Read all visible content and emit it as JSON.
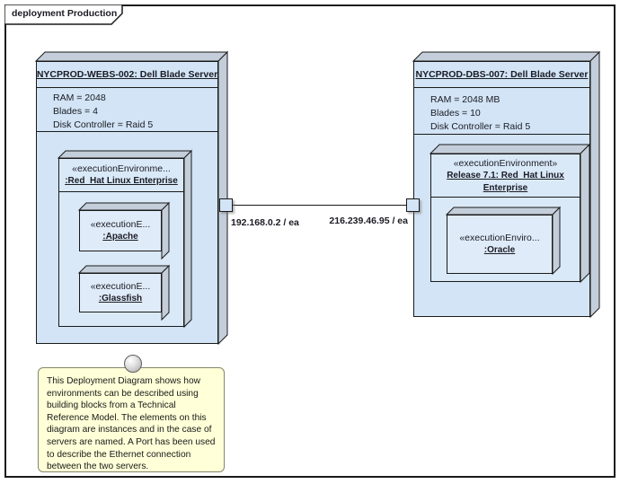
{
  "frame": {
    "label": "deployment Production"
  },
  "nodes": [
    {
      "id": "NYCPROD-WEBS-002",
      "title": "NYCPROD-WEBS-002: Dell Blade Server",
      "attributes": [
        "RAM = 2048",
        "Blades = 4",
        "Disk Controller = Raid 5"
      ],
      "execution_environment": {
        "stereotype": "«executionEnvironme...",
        "name": ":Red  Hat Linux Enterprise",
        "children": [
          {
            "stereotype": "«executionE...",
            "name": ":Apache"
          },
          {
            "stereotype": "«executionE...",
            "name": ":Glassfish"
          }
        ]
      },
      "port_ip": "192.168.0.2 / ea"
    },
    {
      "id": "NYCPROD-DBS-007",
      "title": "NYCPROD-DBS-007: Dell Blade Server",
      "attributes": [
        "RAM = 2048 MB",
        "Blades = 10",
        "Disk Controller = Raid 5"
      ],
      "execution_environment": {
        "stereotype": "«executionEnvironment»",
        "name_line1": "Release 7.1: Red  Hat Linux",
        "name_line2": "Enterprise",
        "children": [
          {
            "stereotype": "«executionEnviro...",
            "name": ":Oracle"
          }
        ]
      },
      "port_ip": "216.239.46.95 / ea"
    }
  ],
  "note": {
    "lines": [
      "This Deployment Diagram shows how",
      "environments can be described using",
      "building blocks from a Technical",
      "Reference Model. The elements on this",
      "diagram are instances and in the case of",
      "servers are named. A Port has been used",
      "to describe the Ethernet connection",
      "between the two servers."
    ]
  },
  "colors": {
    "line": "#1a1a1a",
    "node_fill": "#d2e4f5",
    "flap_fill": "#c4cedb",
    "exec_fill": "#d9e9f8",
    "inner_fill": "#dfebf9",
    "note_fill": "#ffffd8",
    "note_border": "#85856a"
  }
}
